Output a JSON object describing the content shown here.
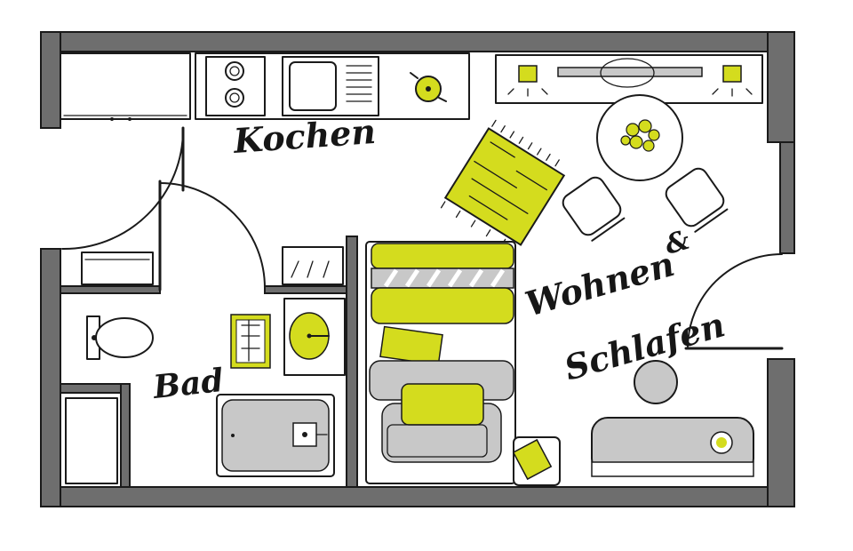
{
  "labels": {
    "kitchen": "Kochen",
    "bathroom": "Bad",
    "living_line1": "Wohnen",
    "living_amp": "&",
    "living_line2": "Schlafen"
  },
  "colors": {
    "wall": "#6e6e6e",
    "accent": "#d4dc1e",
    "furniture_grey": "#c8c8c8",
    "line": "#1a1a1a"
  }
}
